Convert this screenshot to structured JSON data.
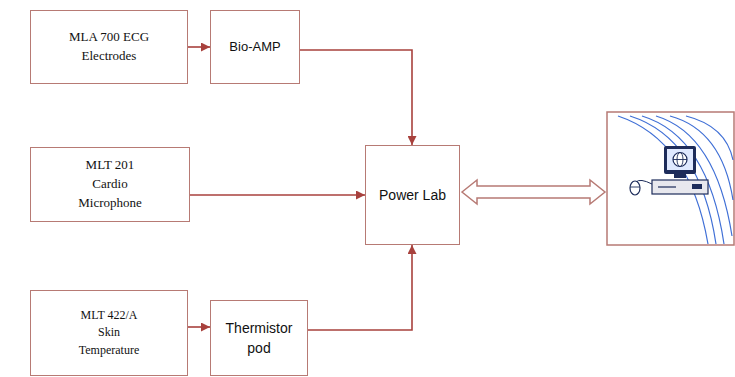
{
  "diagram": {
    "nodes": [
      {
        "text": [
          "MLA 700 ECG Electrodes"
        ]
      },
      {
        "text": [
          "Bio-AMP"
        ]
      },
      {
        "text": [
          "MLT 201 Cardio Microphone"
        ]
      },
      {
        "text": [
          "Power Lab"
        ]
      },
      {
        "text": [
          "MLT 422/A Skin Temperature"
        ]
      },
      {
        "text": [
          "Thermistor pod"
        ]
      }
    ],
    "edges": [
      {
        "from": 0,
        "to": 1,
        "arrow": "to"
      },
      {
        "from": 1,
        "to": 3,
        "arrow": "to"
      },
      {
        "from": 2,
        "to": 3,
        "arrow": "to"
      },
      {
        "from": 4,
        "to": 5,
        "arrow": "to"
      },
      {
        "from": 5,
        "to": 3,
        "arrow": "to"
      }
    ]
  }
}
